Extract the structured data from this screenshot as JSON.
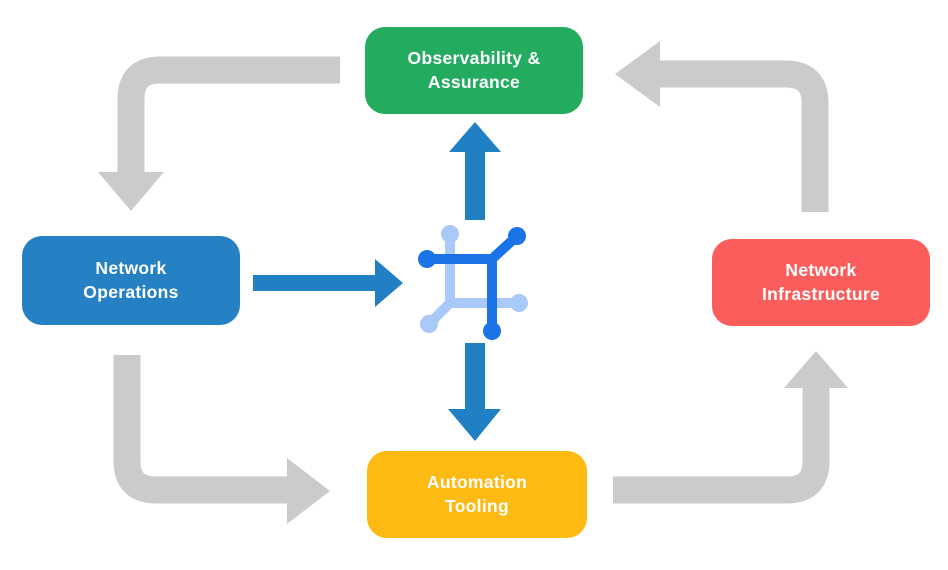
{
  "title": "Network automation cycle diagram",
  "colors": {
    "background": "#ffffff",
    "green": "#23ab5f",
    "blue": "#2581c3",
    "red": "#fb5d5d",
    "yellow": "#fcba12",
    "arrow_gray": "#cbcbcb",
    "arrow_blue": "#2180c3",
    "icon_dark_blue": "#1a74e8",
    "icon_light_blue": "#a9c9f8",
    "label_text": "#ffffff"
  },
  "nodes": {
    "observability": {
      "line1": "Observability &",
      "line2": "Assurance"
    },
    "operations": {
      "line1": "Network",
      "line2": "Operations"
    },
    "infrastructure": {
      "line1": "Network",
      "line2": "Infrastructure"
    },
    "tooling": {
      "line1": "Automation",
      "line2": "Tooling"
    }
  },
  "center_icon": "network-fabric-icon",
  "arrows": {
    "gray_cycle": [
      "observability-to-operations",
      "operations-to-tooling",
      "tooling-to-infrastructure",
      "infrastructure-to-observability"
    ],
    "blue_spokes": [
      "operations-to-center",
      "center-to-observability",
      "center-to-tooling"
    ]
  }
}
